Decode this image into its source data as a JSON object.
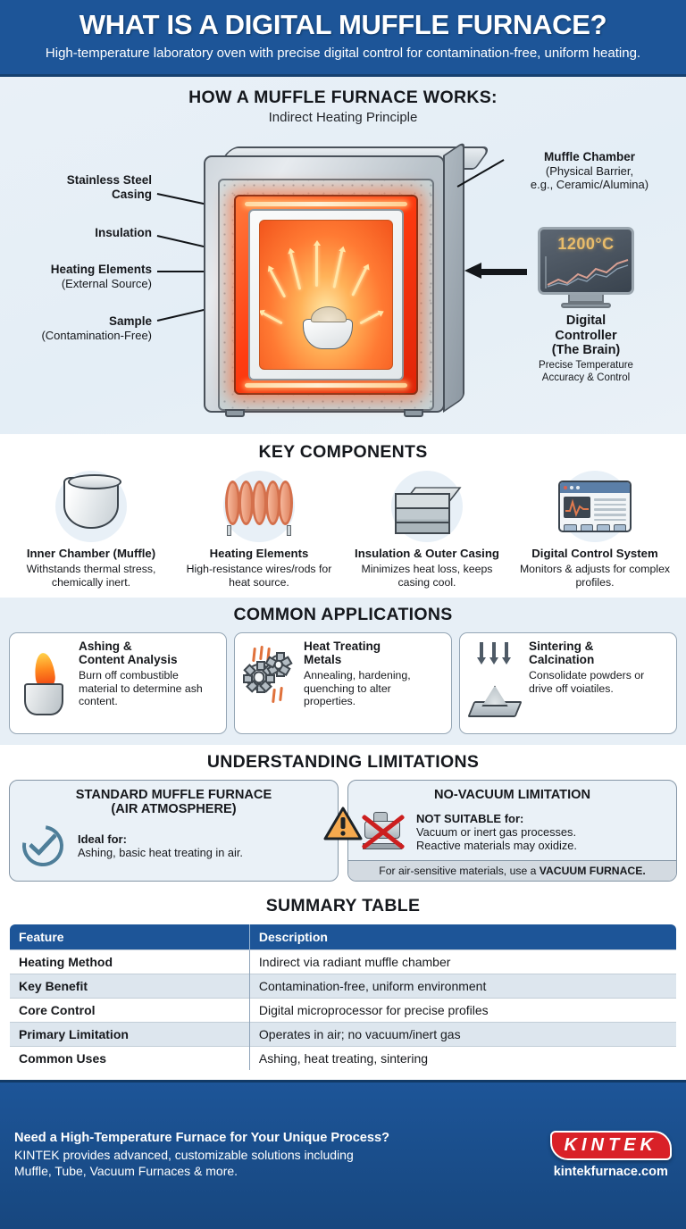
{
  "header": {
    "title": "WHAT IS A DIGITAL MUFFLE FURNACE?",
    "subtitle": "High-temperature laboratory oven with precise digital control for contamination-free, uniform heating."
  },
  "diagram": {
    "title": "HOW A MUFFLE FURNACE WORKS:",
    "subtitle": "Indirect Heating Principle",
    "labels_left": [
      {
        "title": "Stainless Steel",
        "title2": "Casing",
        "sub": ""
      },
      {
        "title": "Insulation",
        "sub": ""
      },
      {
        "title": "Heating Elements",
        "sub": "(External Source)"
      },
      {
        "title": "Sample",
        "sub": "(Contamination-Free)"
      }
    ],
    "muffle_chamber": {
      "title": "Muffle Chamber",
      "sub1": "(Physical Barrier,",
      "sub2": "e.g., Ceramic/Alumina)"
    },
    "controller": {
      "temperature": "1200°C",
      "title": "Digital Controller",
      "title2": "(The Brain)",
      "sub1": "Precise Temperature",
      "sub2": "Accuracy & Control"
    }
  },
  "components": {
    "title": "KEY COMPONENTS",
    "items": [
      {
        "icon": "crucible-icon",
        "title": "Inner Chamber (Muffle)",
        "desc": "Withstands thermal stress, chemically inert."
      },
      {
        "icon": "heating-coil-icon",
        "title": "Heating Elements",
        "desc": "High-resistance wires/rods for heat source."
      },
      {
        "icon": "insulation-cube-icon",
        "title": "Insulation & Outer Casing",
        "desc": "Minimizes heat loss, keeps casing cool."
      },
      {
        "icon": "control-panel-icon",
        "title": "Digital Control System",
        "desc": "Monitors & adjusts for complex profiles."
      }
    ]
  },
  "applications": {
    "title": "COMMON APPLICATIONS",
    "items": [
      {
        "icon": "flame-crucible-icon",
        "title": "Ashing &",
        "title2": "Content Analysis",
        "desc": "Burn off combustible material to determine ash content."
      },
      {
        "icon": "gears-heat-icon",
        "title": "Heat Treating",
        "title2": "Metals",
        "desc": "Annealing, hardening, quenching to alter properties."
      },
      {
        "icon": "sintering-powder-icon",
        "title": "Sintering &",
        "title2": "Calcination",
        "desc": "Consolidate powders or drive off voiatiles."
      }
    ]
  },
  "limitations": {
    "title": "UNDERSTANDING LIMITATIONS",
    "standard": {
      "heading": "STANDARD MUFFLE FURNACE",
      "heading2": "(AIR ATMOSPHERE)",
      "label": "Ideal for:",
      "desc": "Ashing, basic heat treating in air."
    },
    "novacuum": {
      "heading": "NO-VACUUM LIMITATION",
      "label": "NOT SUITABLE for:",
      "desc1": "Vacuum or inert gas processes.",
      "desc2": "Reactive materials may oxidize.",
      "note_pre": "For air-sensitive materials, use a ",
      "note_bold": "VACUUM FURNACE."
    }
  },
  "summary": {
    "title": "SUMMARY TABLE",
    "columns": [
      "Feature",
      "Description"
    ],
    "rows": [
      [
        "Heating Method",
        "Indirect via radiant muffle chamber"
      ],
      [
        "Key Benefit",
        "Contamination-free, uniform environment"
      ],
      [
        "Core Control",
        "Digital microprocessor for precise profiles"
      ],
      [
        "Primary Limitation",
        "Operates in air; no vacuum/inert gas"
      ],
      [
        "Common Uses",
        "Ashing, heat treating, sintering"
      ]
    ]
  },
  "footer": {
    "headline": "Need a High-Temperature Furnace for Your Unique Process?",
    "line1": "KINTEK provides advanced, customizable solutions including",
    "line2": "Muffle, Tube, Vacuum Furnaces & more.",
    "logo": "KINTEK",
    "url": "kintekfurnace.com"
  },
  "colors": {
    "brand_blue": "#1d5598",
    "brand_red": "#d92128",
    "hot_orange": "#ff5a1e",
    "panel_blue": "#e7eff6"
  }
}
